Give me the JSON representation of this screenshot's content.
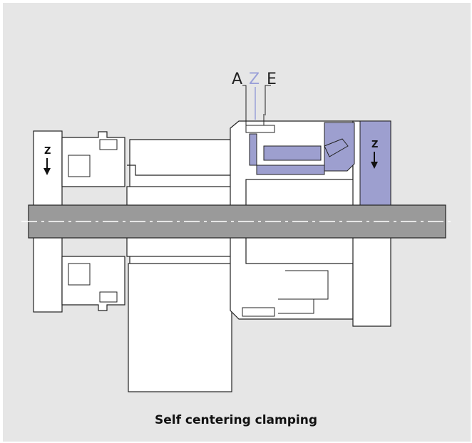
{
  "caption": "Self centering clamping",
  "port_labels": {
    "a": "A",
    "z": "Z",
    "e": "E"
  },
  "axis_labels": {
    "left": "Z",
    "right": "Z"
  },
  "colors": {
    "background": "#e6e6e6",
    "highlight": "#9d9fcf",
    "z_line": "#9aa0d8",
    "stroke": "#222222"
  }
}
